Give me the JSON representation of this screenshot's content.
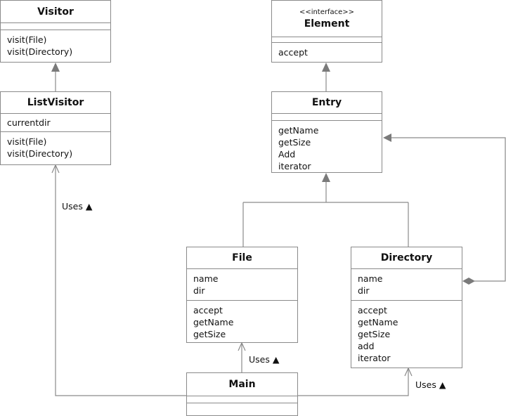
{
  "classes": {
    "visitor": {
      "name": "Visitor",
      "attributes": [],
      "operations": [
        "visit(File)",
        "visit(Directory)"
      ]
    },
    "element": {
      "stereotype": "<<interface>>",
      "name": "Element",
      "attributes": [],
      "operations": [
        "accept"
      ]
    },
    "list_visitor": {
      "name": "ListVisitor",
      "attributes": [
        "currentdir"
      ],
      "operations": [
        "visit(File)",
        "visit(Directory)"
      ]
    },
    "entry": {
      "name": "Entry",
      "attributes": [],
      "operations": [
        "getName",
        "getSize",
        "Add",
        "iterator"
      ]
    },
    "file": {
      "name": "File",
      "attributes": [
        "name",
        "dir"
      ],
      "operations": [
        "accept",
        "getName",
        "getSize"
      ]
    },
    "directory": {
      "name": "Directory",
      "attributes": [
        "name",
        "dir"
      ],
      "operations": [
        "accept",
        "getName",
        "getSize",
        "add",
        "iterator"
      ]
    },
    "main": {
      "name": "Main",
      "attributes": [],
      "operations": []
    }
  },
  "relations": [
    {
      "type": "generalization",
      "from": "ListVisitor",
      "to": "Visitor"
    },
    {
      "type": "generalization",
      "from": "Entry",
      "to": "Element"
    },
    {
      "type": "generalization",
      "from": "File",
      "to": "Entry"
    },
    {
      "type": "generalization",
      "from": "Directory",
      "to": "Entry"
    },
    {
      "type": "aggregation",
      "from": "Directory",
      "to": "Entry"
    },
    {
      "type": "dependency",
      "from": "Main",
      "to": "ListVisitor",
      "label": "Uses"
    },
    {
      "type": "dependency",
      "from": "Main",
      "to": "File",
      "label": "Uses"
    },
    {
      "type": "dependency",
      "from": "Main",
      "to": "Directory",
      "label": "Uses"
    }
  ],
  "labels": {
    "uses_listvisitor": "Uses",
    "uses_file": "Uses",
    "uses_directory": "Uses"
  },
  "colors": {
    "line": "#8a8a8a",
    "arrow_fill": "#7a7a7a",
    "text": "#111111"
  }
}
